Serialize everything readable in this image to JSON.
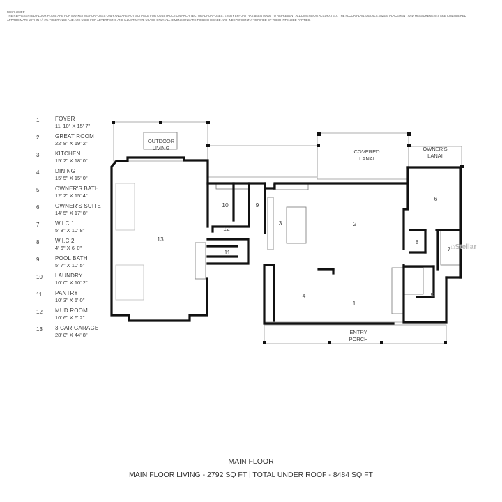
{
  "disclaimer": {
    "title": "DISCLAIMER",
    "text": "THE REPRESENTED FLOOR PLANS ARE FOR MARKETING PURPOSES ONLY AND ARE NOT SUITABLE FOR CONSTRUCTION/ARCHITECTURAL PURPOSES. EVERY EFFORT HAS BEEN MADE TO REPRESENT ALL DIMENSION ACCURATELY. THE FLOOR PLAN, DETAILS, SIZES, PLACEMENT AND MEASUREMENTS ARE CONSIDERED APPROXIMATE WITHIN +/- 2% TOLERANCE AND ARE USED FOR ADVERTISING AND ILLUSTRATIVE USAGE ONLY. ALL DIMENSIONS ARE TO BE CHECKED AND INDEPENDENTLY VERIFIED BY THEIR INTENDED PARTIES."
  },
  "legend": [
    {
      "num": "1",
      "name": "FOYER",
      "dims": "11' 10\" X 15' 7\""
    },
    {
      "num": "2",
      "name": "GREAT ROOM",
      "dims": "22' 8\" X 19' 2\""
    },
    {
      "num": "3",
      "name": "KITCHEN",
      "dims": "15' 2\" X 18' 0\""
    },
    {
      "num": "4",
      "name": "DINING",
      "dims": "15' 5\" X 15' 0\""
    },
    {
      "num": "5",
      "name": "OWNER'S BATH",
      "dims": "12' 2\" X 15' 4\""
    },
    {
      "num": "6",
      "name": "OWNER'S SUITE",
      "dims": "14' 5\" X 17' 8\""
    },
    {
      "num": "7",
      "name": "W.I.C 1",
      "dims": "5' 8\" X 10' 8\""
    },
    {
      "num": "8",
      "name": "W.I.C 2",
      "dims": "4' 6\" X 6' 0\""
    },
    {
      "num": "9",
      "name": "POOL BATH",
      "dims": "5' 7\" X 10' 5\""
    },
    {
      "num": "10",
      "name": "LAUNDRY",
      "dims": "10' 0\" X 10' 2\""
    },
    {
      "num": "11",
      "name": "PANTRY",
      "dims": "10' 3\" X 5' 0\""
    },
    {
      "num": "12",
      "name": "MUD ROOM",
      "dims": "10' 6\" X 6' 2\""
    },
    {
      "num": "13",
      "name": "3 CAR GARAGE",
      "dims": "28' 8\" X 44' 8\""
    }
  ],
  "plan": {
    "areas": {
      "outdoor_living_1": "OUTDOOR",
      "outdoor_living_2": "LIVING",
      "covered_lanai_1": "COVERED",
      "covered_lanai_2": "LANAI",
      "owners_lanai_1": "OWNER'S",
      "owners_lanai_2": "LANAI",
      "entry_porch_1": "ENTRY",
      "entry_porch_2": "PORCH"
    },
    "room_numbers": [
      "1",
      "2",
      "3",
      "4",
      "5",
      "6",
      "7",
      "8",
      "9",
      "10",
      "11",
      "12",
      "13"
    ]
  },
  "footer": {
    "title": "MAIN FLOOR",
    "subtitle": "MAIN FLOOR LIVING - 2792 SQ FT | TOTAL UNDER  ROOF - 8484 SQ FT"
  },
  "watermark": {
    "icon": "house-icon",
    "text": "Stellar"
  }
}
